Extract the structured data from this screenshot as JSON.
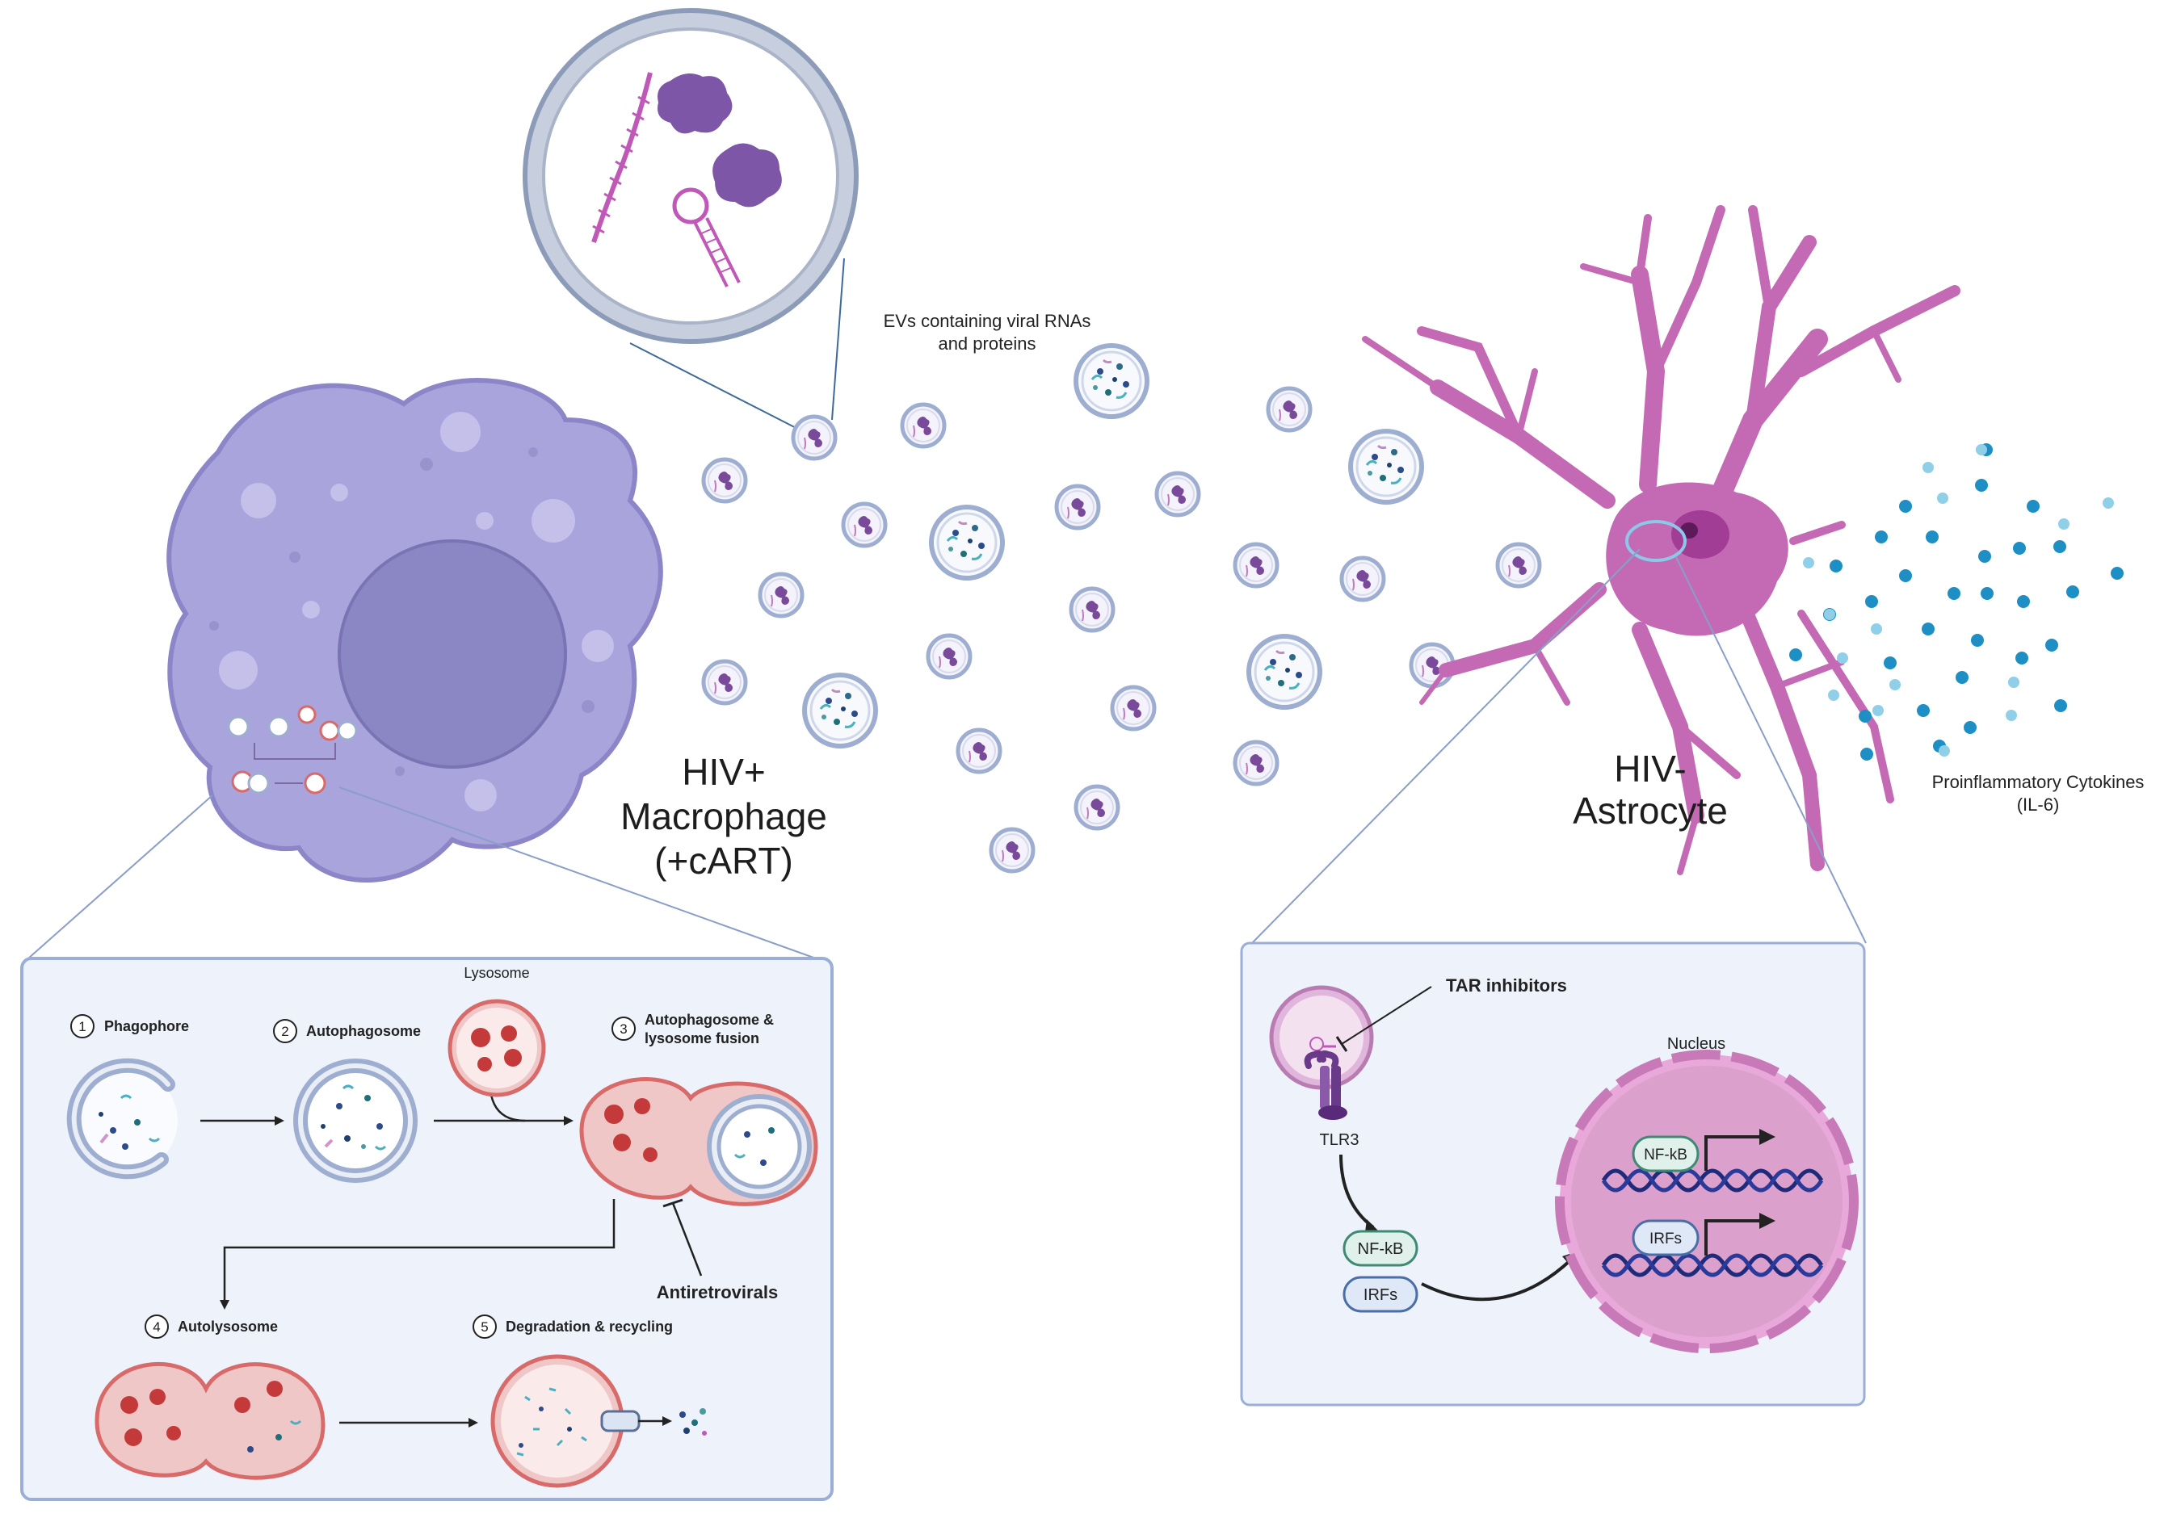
{
  "labels": {
    "evs": [
      "EVs containing viral RNAs",
      "and proteins"
    ],
    "macrophage": [
      "HIV+",
      "Macrophage",
      "(+cART)"
    ],
    "astrocyte": [
      "HIV-",
      "Astrocyte"
    ],
    "cytokines": [
      "Proinflammatory Cytokines",
      "(IL-6)"
    ]
  },
  "autophagy": {
    "lysosome": "Lysosome",
    "steps": [
      {
        "num": "1",
        "label": "Phagophore"
      },
      {
        "num": "2",
        "label": "Autophagosome"
      },
      {
        "num": "3",
        "label": "Autophagosome &",
        "label2": "lysosome fusion"
      },
      {
        "num": "4",
        "label": "Autolysosome"
      },
      {
        "num": "5",
        "label": "Degradation & recycling"
      }
    ],
    "inhibitor": "Antiretrovirals"
  },
  "signaling": {
    "inhibitor": "TAR inhibitors",
    "receptor": "TLR3",
    "nucleus": "Nucleus",
    "factors": [
      "NF-kB",
      "IRFs"
    ],
    "nuclear_factors": [
      "NF-kB",
      "IRFs"
    ]
  },
  "colors": {
    "macrophage": "#a9a4dc",
    "nucleus": "#8b86c4",
    "astrocyte": "#c46ab4",
    "panel_bg": "#edf2fb",
    "panel_border": "#9aaed6",
    "lysosome": "#d96a6a",
    "cytokine_dark": "#1e8fc4",
    "cytokine_light": "#8fd0e8"
  }
}
